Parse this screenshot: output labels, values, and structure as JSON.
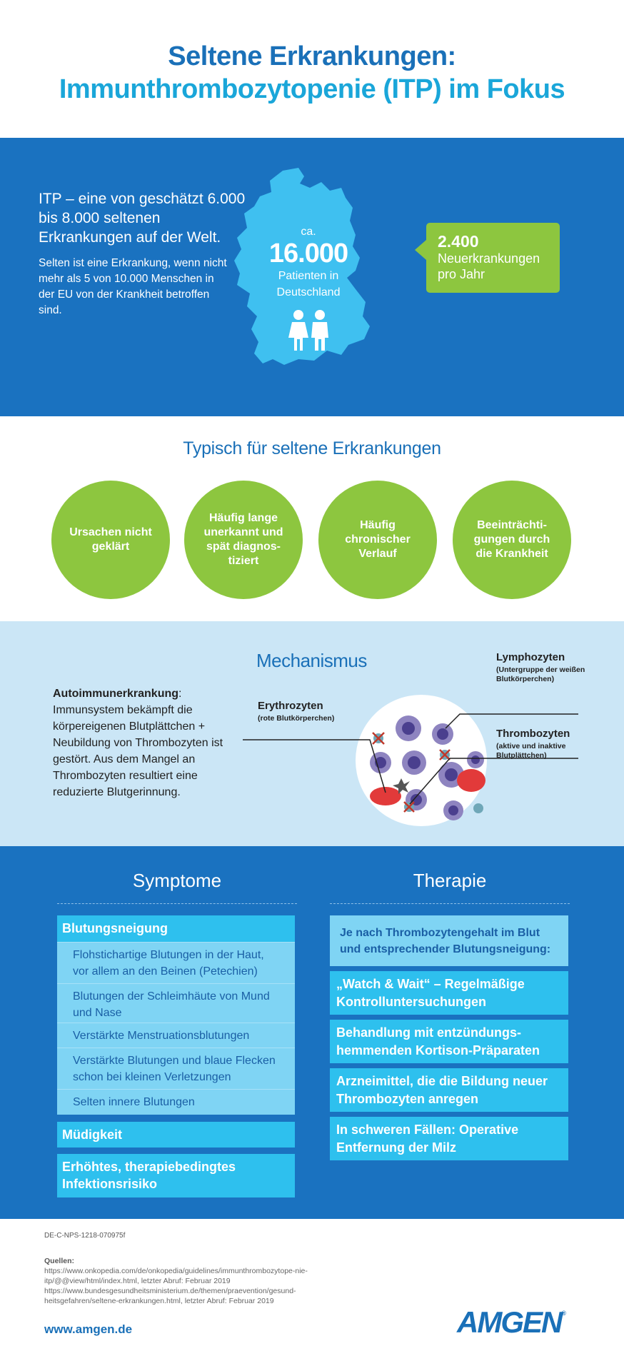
{
  "header": {
    "title_line1": "Seltene Erkrankungen:",
    "title_line2": "Immunthrombozytopenie (ITP) im Fokus"
  },
  "intro": {
    "main_text": "ITP – eine von geschätzt 6.000 bis 8.000 seltenen Erkrankungen auf der Welt.",
    "sub_text": "Selten ist eine Erkrankung, wenn nicht mehr als 5 von 10.000 Menschen in der EU von der Krankheit betroffen sind.",
    "ca_prefix": "ca.",
    "patients_number": "16.000",
    "patients_label": "Patienten in Deutschland",
    "new_cases_number": "2.400",
    "new_cases_label": "Neuerkrankungen pro Jahr",
    "map_color": "#3fc0f0",
    "section_color": "#1a72c0"
  },
  "typical": {
    "title": "Typisch für seltene Erkrankungen",
    "items": [
      "Ursachen nicht geklärt",
      "Häufig lange unerkannt und spät diagnos-tiziert",
      "Häufig chronischer Verlauf",
      "Beeinträchti-gungen durch die Krankheit"
    ],
    "circle_color": "#8dc63f"
  },
  "mechanism": {
    "title": "Mechanismus",
    "bold_lead": "Autoimmunerkrankung",
    "text": ": Immunsystem bekämpft die körpereigenen Blutplättchen + Neubildung von Thrombozyten ist gestört. Aus dem Mangel an Thrombozyten resultiert eine reduzierte Blutgerinnung.",
    "lymph_title": "Lymphozyten",
    "lymph_sub": "(Untergruppe der weißen Blutkörperchen)",
    "ery_title": "Erythrozyten",
    "ery_sub": "(rote Blutkörperchen)",
    "thrombo_title": "Thrombozyten",
    "thrombo_sub": "(aktive und inaktive Blutplättchen)"
  },
  "symptoms": {
    "title": "Symptome",
    "group_title": "Blutungsneigung",
    "items": [
      "Flohstichartige Blutungen in der Haut, vor allem an den Beinen (Petechien)",
      "Blutungen der Schleimhäute von Mund und Nase",
      "Verstärkte Menstruationsblutungen",
      "Verstärkte Blutungen und blaue Flecken schon bei kleinen Verletzungen",
      "Selten innere Blutungen"
    ],
    "fatigue": "Müdigkeit",
    "infection": "Erhöhtes, therapiebedingtes Infektionsrisiko"
  },
  "therapy": {
    "title": "Therapie",
    "intro": "Je nach Thrombozytengehalt im Blut und entsprechender Blutungsneigung:",
    "items": [
      "„Watch & Wait“ – Regelmäßige Kontrolluntersuchungen",
      "Behandlung mit entzündungs-hemmenden Kortison-Präparaten",
      "Arzneimittel, die die Bildung neuer Thrombozyten anregen",
      "In schweren Fällen: Operative Entfernung der Milz"
    ]
  },
  "footer": {
    "code": "DE-C-NPS-1218-070975f",
    "sources_heading": "Quellen:",
    "source1": "https://www.onkopedia.com/de/onkopedia/guidelines/immunthrombozytope-nie-itp/@@view/html/index.html, letzter Abruf: Februar 2019",
    "source2": "https://www.bundesgesundheitsministerium.de/themen/praevention/gesund-heitsgefahren/seltene-erkrankungen.html, letzter Abruf: Februar 2019",
    "website": "www.amgen.de",
    "logo_text": "AMGEN",
    "logo_mark": "®"
  }
}
